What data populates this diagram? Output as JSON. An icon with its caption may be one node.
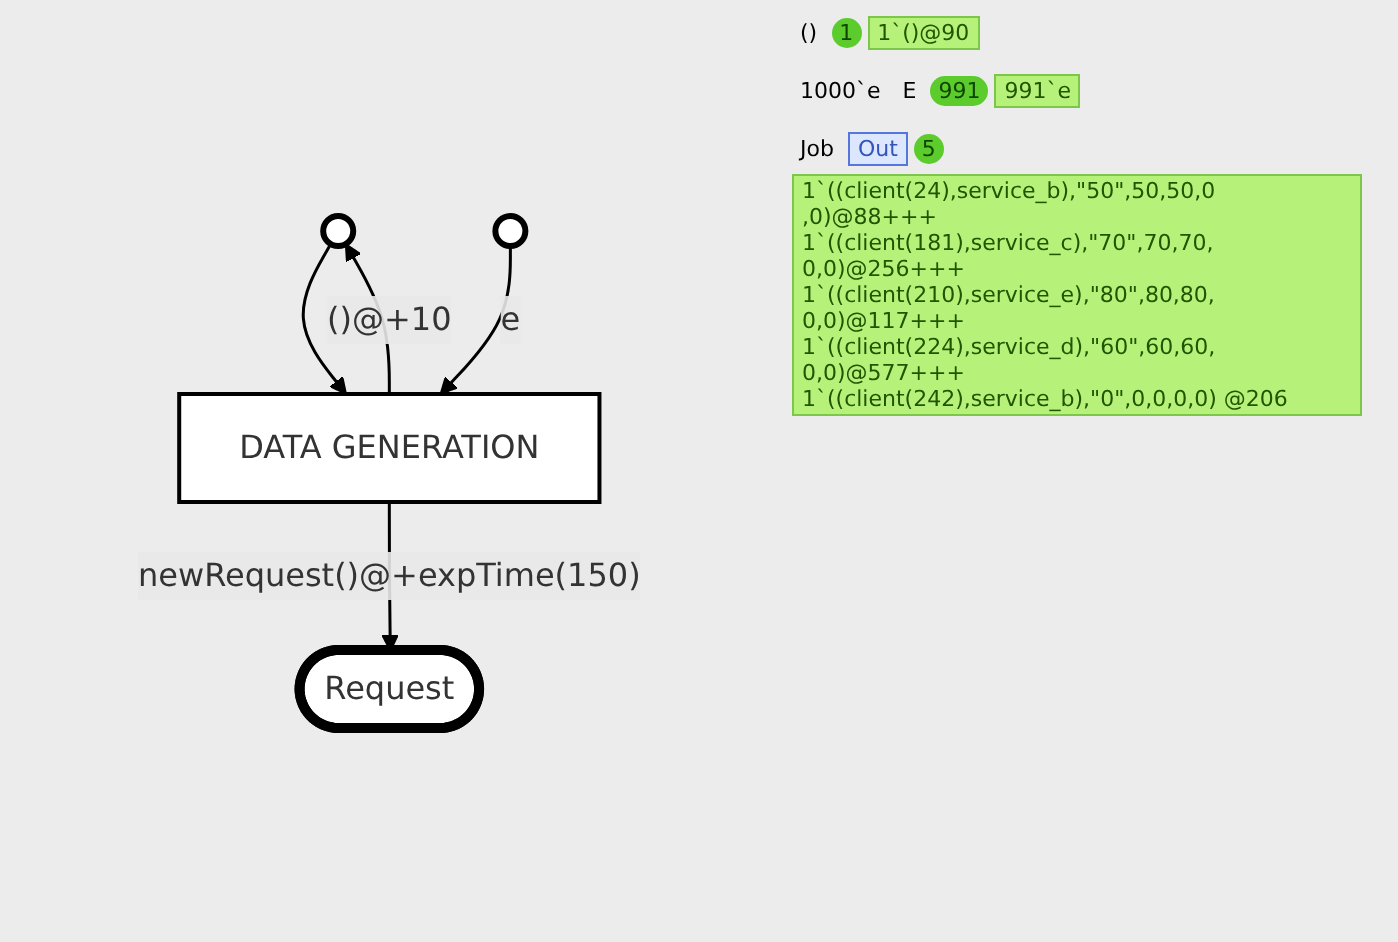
{
  "diagram": {
    "nodes": [
      {
        "text": [],
        "shape": "circle",
        "beside": [
          "()",
          "1",
          "1`()@90"
        ]
      },
      {
        "text": [],
        "shape": "circle",
        "beside": [
          "1000`e",
          "E",
          "991",
          "991`e"
        ]
      },
      {
        "text": [
          "DATA GENERATION"
        ]
      },
      {
        "text": [
          "Request"
        ],
        "beside": [
          "Job",
          "Out",
          "5",
          "1`((client(24),service_b),\"50\",50,50,0 ,0)@88+++ 1`((client(181),service_c),\"70\",70,70, 0,0)@256+++ 1`((client(210),service_e),\"80\",80,80, 0,0)@117+++ 1`((client(224),service_d),\"60\",60,60, 0,0)@577+++ 1`((client(242),service_b),\"0\",0,0,0,0) @206"
        ]
      }
    ],
    "edges": [
      {
        "from": 0,
        "to": 2,
        "arrow": "to"
      },
      {
        "from": 2,
        "to": 0,
        "arrow": "to",
        "label": "()@+10"
      },
      {
        "from": 1,
        "to": 2,
        "arrow": "to",
        "label": "e"
      },
      {
        "from": 2,
        "to": 3,
        "arrow": "to",
        "label": "newRequest()@+expTime(150)"
      }
    ]
  }
}
